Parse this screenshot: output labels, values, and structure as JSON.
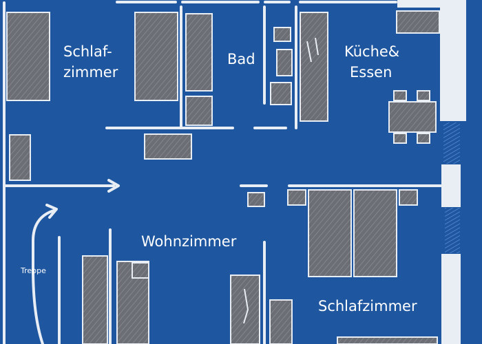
{
  "rooms": {
    "bedroom1_line1": "Schlaf-",
    "bedroom1_line2": "zimmer",
    "bath": "Bad",
    "kitchen_line1": "Küche&",
    "kitchen_line2": "Essen",
    "living": "Wohnzimmer",
    "bedroom2": "Schlafzimmer",
    "stairs": "Treppe"
  },
  "colors": {
    "background": "#1e56a0",
    "walls": "#e9eef5",
    "furniture": "#6b6e74"
  }
}
